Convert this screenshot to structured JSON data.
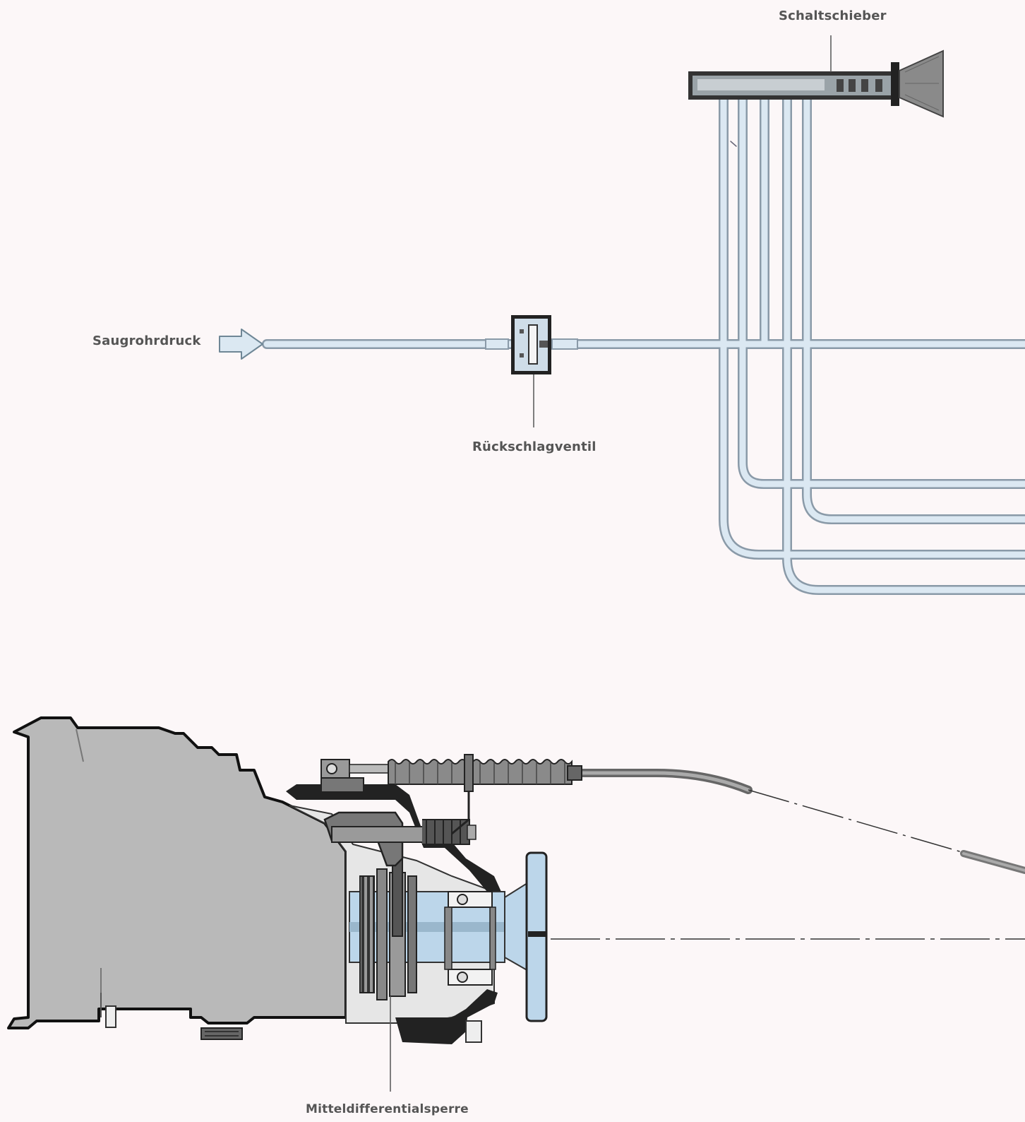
{
  "diagram": {
    "labels": {
      "schaltschieber": "Schaltschieber",
      "saugrohrdruck": "Saugrohrdruck",
      "rueckschlagventil": "Rückschlagventil",
      "mitteldifferentialsperre": "Mitteldifferentialsperre"
    },
    "colors": {
      "background": "#fcf7f8",
      "pipe_fill": "#dbe8f2",
      "pipe_outline": "#8a9aa8",
      "housing_gray": "#b8b8b8",
      "dark_part": "#222222",
      "shaft_blue": "#bcd6ea",
      "label_text": "#555555"
    }
  }
}
